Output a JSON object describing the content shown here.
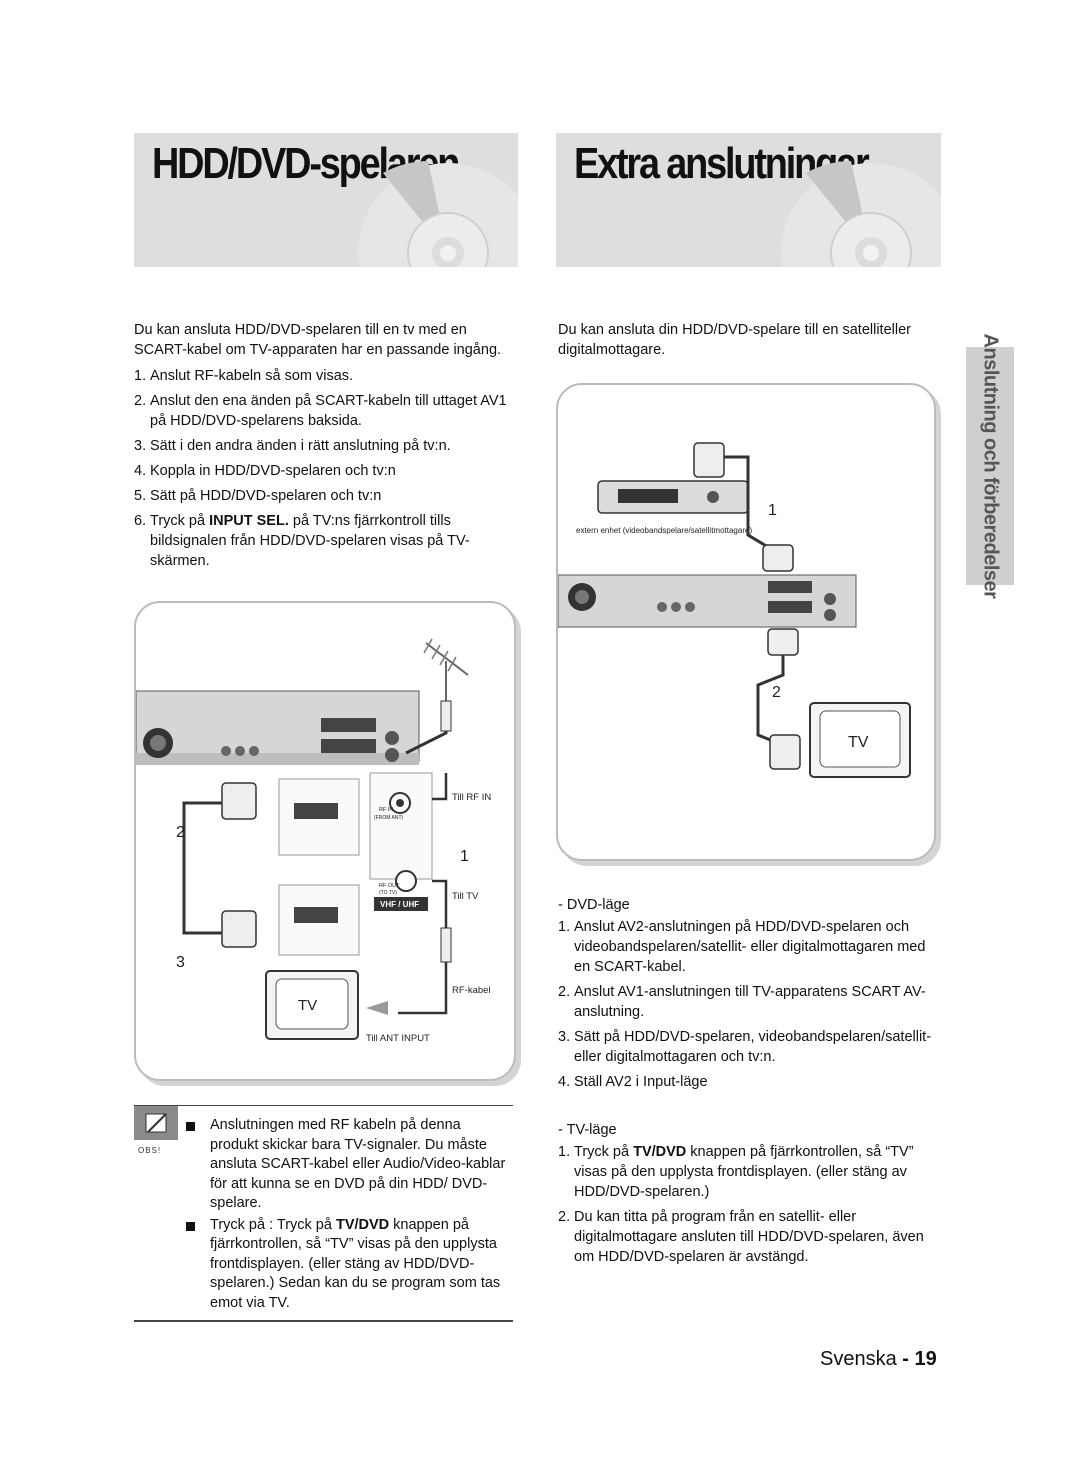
{
  "left": {
    "title": "HDD/DVD-spelaren",
    "intro": "Du kan ansluta HDD/DVD-spelaren till en tv med en SCART-kabel om TV-apparaten har en passande ingång.",
    "steps": [
      {
        "num": "1.",
        "text": "Anslut RF-kabeln så som visas."
      },
      {
        "num": "2.",
        "text": "Anslut den ena änden på SCART-kabeln till uttaget AV1 på HDD/DVD-spelarens baksida."
      },
      {
        "num": "3.",
        "text": "Sätt i den andra änden i rätt anslutning på tv:n."
      },
      {
        "num": "4.",
        "text": "Koppla in HDD/DVD-spelaren och tv:n"
      },
      {
        "num": "5.",
        "text": "Sätt på HDD/DVD-spelaren och tv:n"
      }
    ],
    "step6": {
      "num": "6.",
      "pre": "Tryck på ",
      "bold": "INPUT SEL.",
      "post": " på TV:ns fjärrkontroll tills bildsignalen från HDD/DVD-spelaren visas på TV-skärmen."
    },
    "diagram": {
      "till_rf_in": "Till RF IN",
      "till_tv": "Till TV",
      "rf_kabel": "RF-kabel",
      "till_ant_input": "Till ANT INPUT",
      "num1": "1",
      "num2": "2",
      "num3": "3",
      "tv": "TV",
      "rf_in": "RF IN",
      "from_ant": "(FROM ANT)",
      "rf_out": "RF OUT",
      "to_tv": "(TO TV)",
      "vhf_uhf": "VHF / UHF"
    }
  },
  "right": {
    "title": "Extra anslutningar",
    "intro": "Du kan ansluta din HDD/DVD-spelare till en satelliteller digitalmottagare.",
    "diagram": {
      "device_caption": "extern enhet (videobandspelare/satellitmottagare)",
      "num1": "1",
      "num2": "2",
      "tv": "TV"
    },
    "dvd_mode_title": "- DVD-läge",
    "dvd_steps": [
      {
        "num": "1.",
        "text": "Anslut AV2-anslutningen på HDD/DVD-spelaren och videobandspelaren/satellit- eller digitalmottagaren med en SCART-kabel."
      },
      {
        "num": "2.",
        "text": "Anslut AV1-anslutningen till TV-apparatens SCART AV-anslutning."
      },
      {
        "num": "3.",
        "text": "Sätt på HDD/DVD-spelaren, videobandspelaren/satellit- eller digitalmottagaren och tv:n."
      },
      {
        "num": "4.",
        "text": "Ställ AV2 i Input-läge"
      }
    ],
    "tv_mode_title": "- TV-läge",
    "tv_step1": {
      "num": "1.",
      "pre": "Tryck på ",
      "bold": "TV/DVD",
      "post": " knappen på fjärrkontrollen, så “TV” visas på den upplysta frontdisplayen. (eller stäng av HDD/DVD-spelaren.)"
    },
    "tv_step2": {
      "num": "2.",
      "text": "Du kan titta på program från en satellit- eller digitalmottagare ansluten till HDD/DVD-spelaren, även om HDD/DVD-spelaren är avstängd."
    }
  },
  "side_tab": "Anslutning och förberedelser",
  "note": {
    "label": "OBS!",
    "bullet1": "Anslutningen med RF kabeln på denna produkt skickar bara TV-signaler. Du måste ansluta SCART-kabel eller Audio/Video-kablar för att kunna se en DVD på din HDD/ DVD-spelare.",
    "bullet2_pre": "Tryck på : Tryck på ",
    "bullet2_bold": "TV/DVD",
    "bullet2_post": " knappen på fjärrkontrollen, så “TV” visas på den upplysta frontdisplayen. (eller stäng av HDD/DVD-spelaren.) Sedan kan du se program som tas emot via TV."
  },
  "footer": {
    "language": "Svenska",
    "sep": "-",
    "page": "19"
  }
}
